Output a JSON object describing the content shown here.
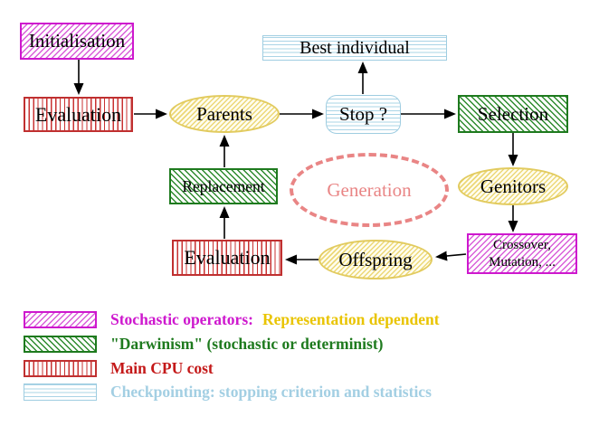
{
  "diagram": {
    "nodes": {
      "initialisation": {
        "label": "Initialisation"
      },
      "best_individual": {
        "label": "Best individual"
      },
      "evaluation_top": {
        "label": "Evaluation"
      },
      "parents": {
        "label": "Parents"
      },
      "stop": {
        "label": "Stop ?"
      },
      "selection": {
        "label": "Selection"
      },
      "replacement": {
        "label": "Replacement"
      },
      "generation": {
        "label": "Generation"
      },
      "genitors": {
        "label": "Genitors"
      },
      "crossover": {
        "label_line1": "Crossover,",
        "label_line2": "Mutation, ..."
      },
      "offspring": {
        "label": "Offspring"
      },
      "evaluation_bottom": {
        "label": "Evaluation"
      }
    },
    "legend": {
      "items": [
        {
          "swatch": "magenta-diagonal-hatch",
          "text": "Stochastic operators:",
          "text2": "Representation dependent"
        },
        {
          "swatch": "green-diagonal-hatch",
          "text": "\"Darwinism\" (stochastic or determinist)"
        },
        {
          "swatch": "red-vertical-lines",
          "text": "Main CPU cost"
        },
        {
          "swatch": "cyan-horizontal-lines",
          "text": "Checkpointing: stopping criterion and statistics"
        }
      ]
    },
    "colors": {
      "magenta": "#ce18ce",
      "green": "#1e7a1e",
      "red": "#c41919",
      "cyan_line": "#9fcde1",
      "cyan_text": "#a3cfe3",
      "yellow_border": "#e2cb5f",
      "salmon": "#e98585",
      "gold_text": "#e9c400",
      "arrow": "#000000"
    }
  }
}
